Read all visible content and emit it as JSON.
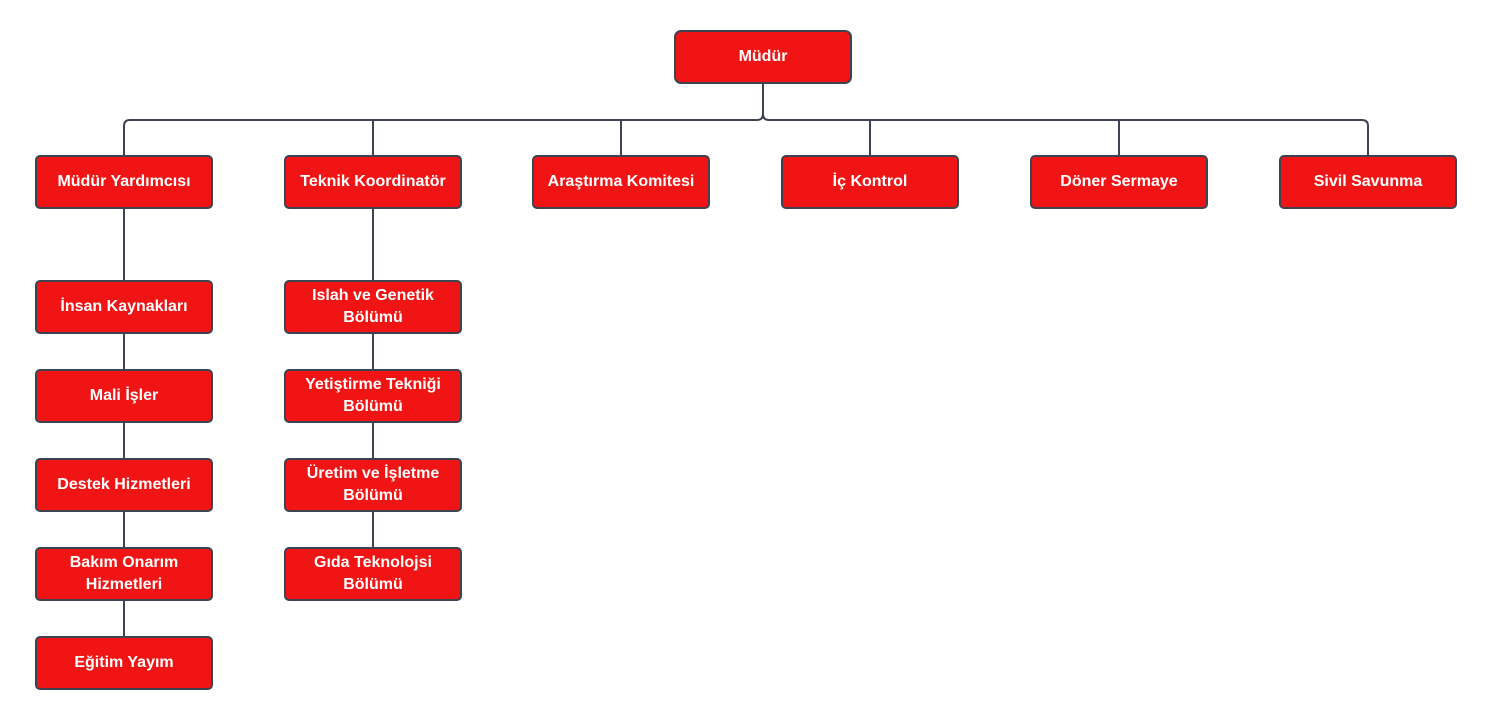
{
  "diagram": {
    "type": "org-chart",
    "colors": {
      "box_fill": "#f01414",
      "box_border": "#3d4350",
      "connector": "#3d4350",
      "text": "#ffffff"
    },
    "root": {
      "id": "mudur",
      "label": "Müdür"
    },
    "top_level": [
      {
        "id": "mudur-yardimcisi",
        "label": "Müdür Yardımcısı"
      },
      {
        "id": "teknik-koordinator",
        "label": "Teknik Koordinatör"
      },
      {
        "id": "arastirma-komitesi",
        "label": "Araştırma Komitesi"
      },
      {
        "id": "ic-kontrol",
        "label": "İç Kontrol"
      },
      {
        "id": "doner-sermaye",
        "label": "Döner Sermaye"
      },
      {
        "id": "sivil-savunma",
        "label": "Sivil Savunma"
      }
    ],
    "yardimci_units": [
      {
        "id": "insan-kaynaklari",
        "label": "İnsan Kaynakları"
      },
      {
        "id": "mali-isler",
        "label": "Mali İşler"
      },
      {
        "id": "destek-hizmetleri",
        "label": "Destek Hizmetleri"
      },
      {
        "id": "bakim-onarim",
        "label": "Bakım Onarım Hizmetleri"
      },
      {
        "id": "egitim-yayim",
        "label": "Eğitim Yayım"
      }
    ],
    "koordinator_units": [
      {
        "id": "islah-genetik",
        "label": "Islah ve Genetik Bölümü"
      },
      {
        "id": "yetistirme-teknigi",
        "label": "Yetiştirme Tekniği Bölümü"
      },
      {
        "id": "uretim-isletme",
        "label": "Üretim ve İşletme Bölümü"
      },
      {
        "id": "gida-teknolojisi",
        "label": "Gıda Teknolojsi Bölümü"
      }
    ]
  }
}
